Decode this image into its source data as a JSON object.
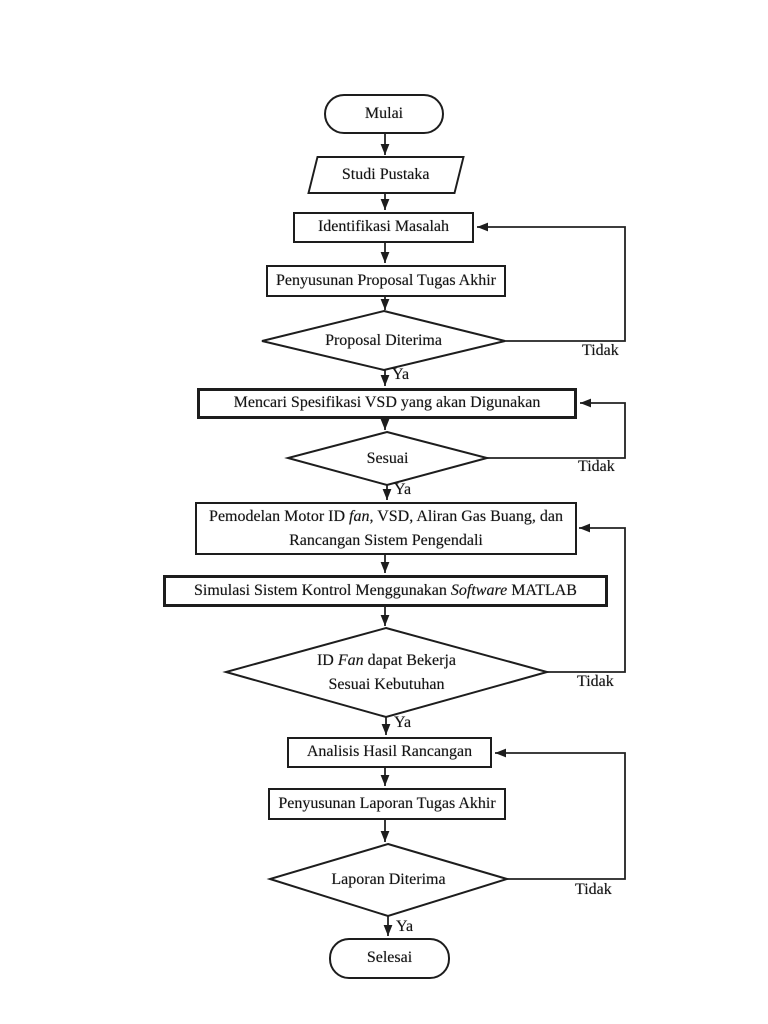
{
  "page": {
    "background": "#ffffff"
  },
  "style": {
    "stroke_color": "#1d1d1d",
    "text_color": "#141414",
    "node_fill": "#ffffff"
  },
  "nodes": {
    "start": {
      "type": "terminator",
      "label": "Mulai"
    },
    "studi_pustaka": {
      "type": "io",
      "label": "Studi Pustaka"
    },
    "identifikasi_masalah": {
      "type": "process",
      "label": "Identifikasi Masalah"
    },
    "penyusunan_proposal": {
      "type": "process",
      "label": "Penyusunan Proposal Tugas Akhir"
    },
    "proposal_diterima": {
      "type": "decision",
      "label": "Proposal Diterima",
      "yes_label": "Ya",
      "no_label": "Tidak"
    },
    "mencari_spesifikasi": {
      "type": "process",
      "label": "Mencari Spesifikasi VSD yang akan Digunakan"
    },
    "sesuai": {
      "type": "decision",
      "label": "Sesuai",
      "yes_label": "Ya",
      "no_label": "Tidak"
    },
    "pemodelan": {
      "type": "process",
      "lines": [
        [
          {
            "t": "Pemodelan Motor ID "
          },
          {
            "t": "fan",
            "i": true
          },
          {
            "t": ", VSD, Aliran Gas Buang, dan"
          }
        ],
        [
          {
            "t": "Rancangan Sistem Pengendali"
          }
        ]
      ]
    },
    "simulasi": {
      "type": "process",
      "lines": [
        [
          {
            "t": "Simulasi Sistem Kontrol Menggunakan "
          },
          {
            "t": "Software",
            "i": true
          },
          {
            "t": " MATLAB"
          }
        ]
      ]
    },
    "id_fan_bekerja": {
      "type": "decision",
      "lines": [
        [
          {
            "t": "ID "
          },
          {
            "t": "Fan",
            "i": true
          },
          {
            "t": " dapat Bekerja"
          }
        ],
        [
          {
            "t": "Sesuai Kebutuhan"
          }
        ]
      ],
      "yes_label": "Ya",
      "no_label": "Tidak"
    },
    "analisis_hasil": {
      "type": "process",
      "label": "Analisis Hasil Rancangan"
    },
    "penyusunan_laporan": {
      "type": "process",
      "label": "Penyusunan Laporan Tugas Akhir"
    },
    "laporan_diterima": {
      "type": "decision",
      "label": "Laporan Diterima",
      "yes_label": "Ya",
      "no_label": "Tidak"
    },
    "end": {
      "type": "terminator",
      "label": "Selesai"
    }
  }
}
